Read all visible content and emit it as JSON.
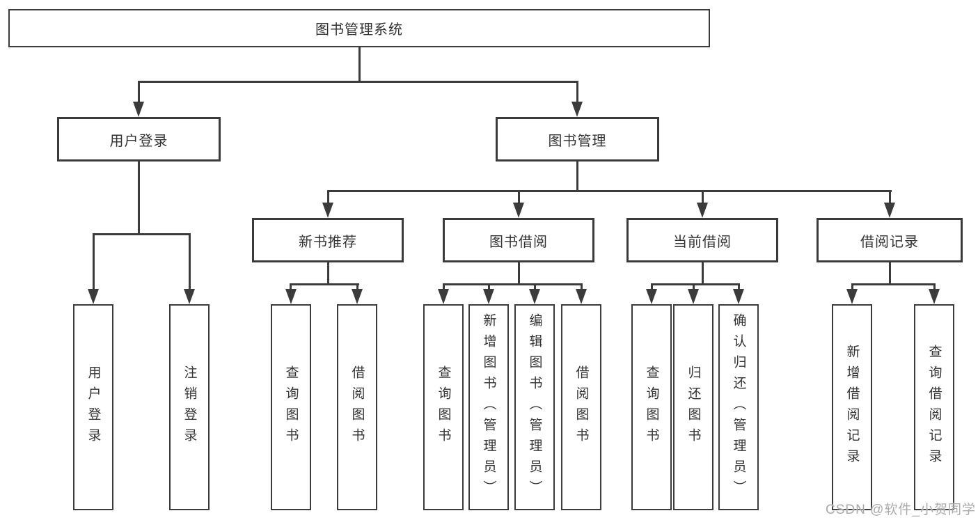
{
  "diagram": {
    "root": "图书管理系统",
    "level2": [
      "用户登录",
      "图书管理"
    ],
    "level3": [
      "新书推荐",
      "图书借阅",
      "当前借阅",
      "借阅记录"
    ],
    "leaves": [
      "用户登录",
      "注销登录",
      "查询图书",
      "借阅图书",
      "查询图书",
      "新增图书（管理员）",
      "编辑图书（管理员）",
      "借阅图书",
      "查询图书",
      "归还图书",
      "确认归还（管理员）",
      "新增借阅记录",
      "查询借阅记录"
    ]
  },
  "watermark": "CSDN @软件_小贺同学",
  "colors": {
    "line": "#3b3b3b",
    "text": "#333333",
    "watermark": "#aaaaaa",
    "background": "#ffffff"
  }
}
